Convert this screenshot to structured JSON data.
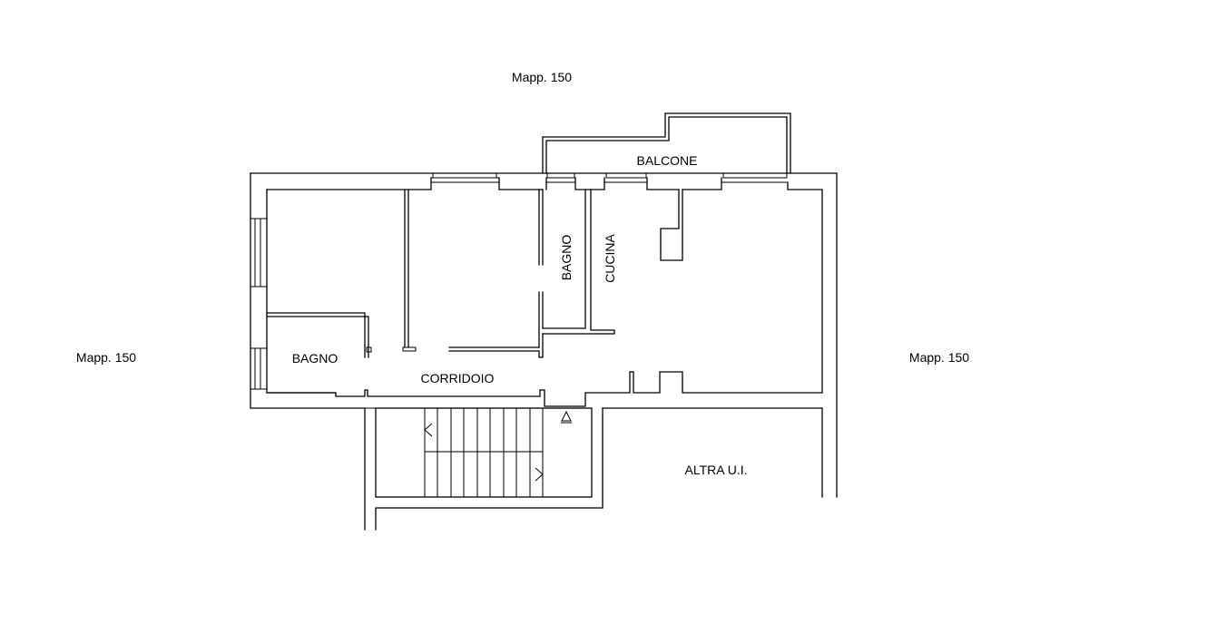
{
  "plan": {
    "labels": {
      "mapp_top": "Mapp. 150",
      "mapp_left": "Mapp. 150",
      "mapp_right": "Mapp. 150",
      "balcone": "BALCONE",
      "bagno_vertical": "BAGNO",
      "cucina": "CUCINA",
      "bagno_left": "BAGNO",
      "corridoio": "CORRIDOIO",
      "altra_ui": "ALTRA U.I."
    }
  }
}
